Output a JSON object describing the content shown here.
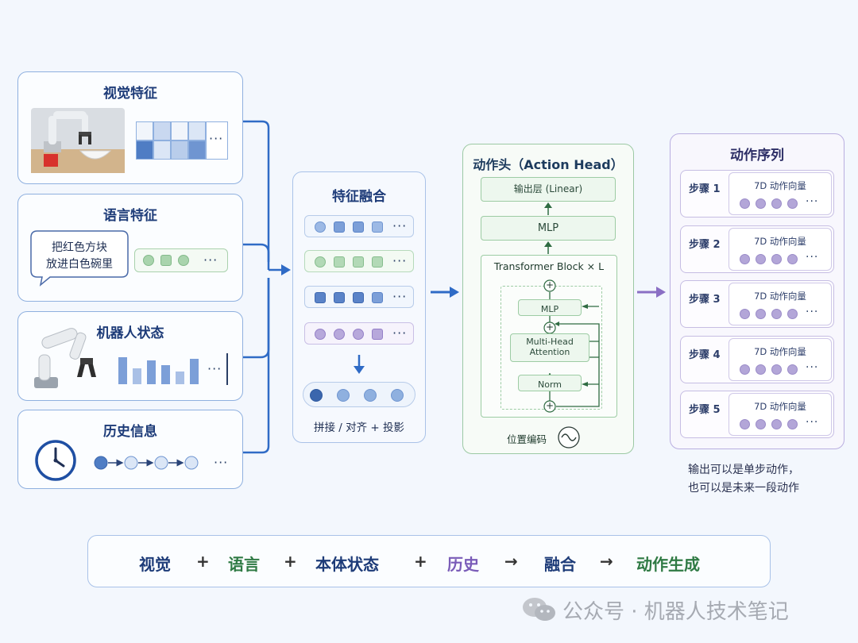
{
  "inputs": {
    "visual": {
      "title": "视觉特征"
    },
    "language": {
      "title": "语言特征",
      "bubble_line1": "把红色方块",
      "bubble_line2": "放进白色碗里"
    },
    "robot_state": {
      "title": "机器人状态"
    },
    "history": {
      "title": "历史信息"
    },
    "ellipsis": "···"
  },
  "fusion": {
    "title": "特征融合",
    "caption": "拼接 / 对齐 + 投影"
  },
  "action_head": {
    "title": "动作头（Action Head）",
    "output_layer": "输出层 (Linear)",
    "mlp_outer": "MLP",
    "transformer_block": "Transformer Block × L",
    "mlp_inner": "MLP",
    "attention_line1": "Multi-Head",
    "attention_line2": "Attention",
    "norm": "Norm",
    "plus": "+",
    "positional_encoding": "位置编码"
  },
  "action_sequence": {
    "title": "动作序列",
    "steps": [
      {
        "label": "步骤 1",
        "vector": "7D 动作向量"
      },
      {
        "label": "步骤 2",
        "vector": "7D 动作向量"
      },
      {
        "label": "步骤 3",
        "vector": "7D 动作向量"
      },
      {
        "label": "步骤 4",
        "vector": "7D 动作向量"
      },
      {
        "label": "步骤 5",
        "vector": "7D 动作向量"
      }
    ],
    "note_line1": "输出可以是单步动作，",
    "note_line2": "也可以是未来一段动作"
  },
  "formula": {
    "t1": "视觉",
    "op1": "+",
    "t2": "语言",
    "op2": "+",
    "t3": "本体状态",
    "op3": "+",
    "t4": "历史",
    "op4": "→",
    "t5": "融合",
    "op5": "→",
    "t6": "动作生成"
  },
  "watermark": "公众号 · 机器人技术笔记",
  "colors": {
    "blue_accent": "#2f6bc6",
    "green_accent": "#3f9a52",
    "purple_accent": "#8a6fc4",
    "card_border": "#8fb0df"
  }
}
